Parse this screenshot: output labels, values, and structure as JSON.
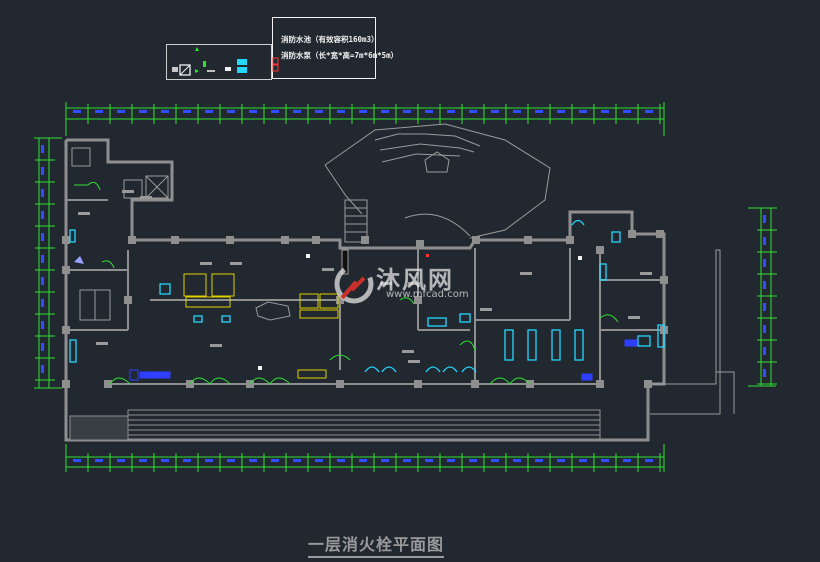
{
  "drawing": {
    "title": "一层消火栓平面图",
    "notes": [
      "消防水池（有效容积160m3）",
      "消防水泵（长*宽*高=7m*6m*5m）"
    ]
  },
  "watermark": {
    "name_cn": "沐风网",
    "url": "www.mfcad.com"
  },
  "colors": {
    "background": "#212830",
    "wall": "#8f8f8f",
    "dimension_green": "#2fe02f",
    "dimension_blue": "#2f4fff",
    "fixture_cyan": "#22d8ff",
    "furniture_yellow": "#e0d000",
    "hydrant_blue": "#2f3fff",
    "outline_gray": "#9b9b9b",
    "text_white": "#f2f2f2"
  }
}
